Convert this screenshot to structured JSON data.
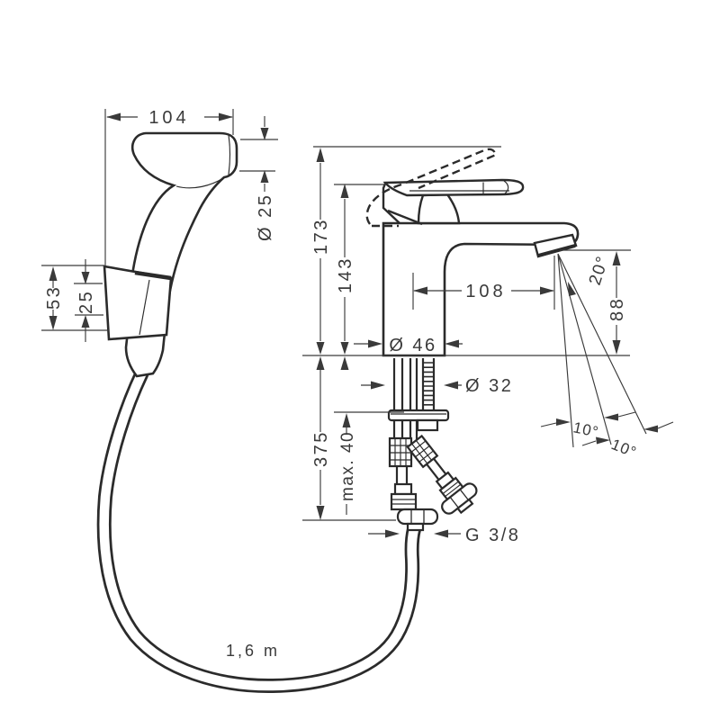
{
  "drawing": {
    "kind": "technical dimension drawing",
    "subject": "single-lever basin mixer with hand shower and hose",
    "units": "mm",
    "ink_color": "#2b2b2b",
    "dim_color": "#3a3a3a",
    "background": "#ffffff"
  },
  "labels": {
    "handshower_width": "104",
    "handshower_diameter": "Ø 25",
    "holder_height": "53",
    "holder_offset": "25",
    "total_height": "173",
    "body_height": "143",
    "spout_reach": "108",
    "jet_angle": "20°",
    "outlet_height": "88",
    "base_diameter": "Ø 46",
    "mounting_hole_diameter": "Ø 32",
    "connection_length": "375",
    "max_counter_thickness": "max. 40",
    "thread_size": "G 3/8",
    "spray_angle_a": "10°",
    "spray_angle_b": "10°",
    "hose_length": "1,6 m"
  }
}
